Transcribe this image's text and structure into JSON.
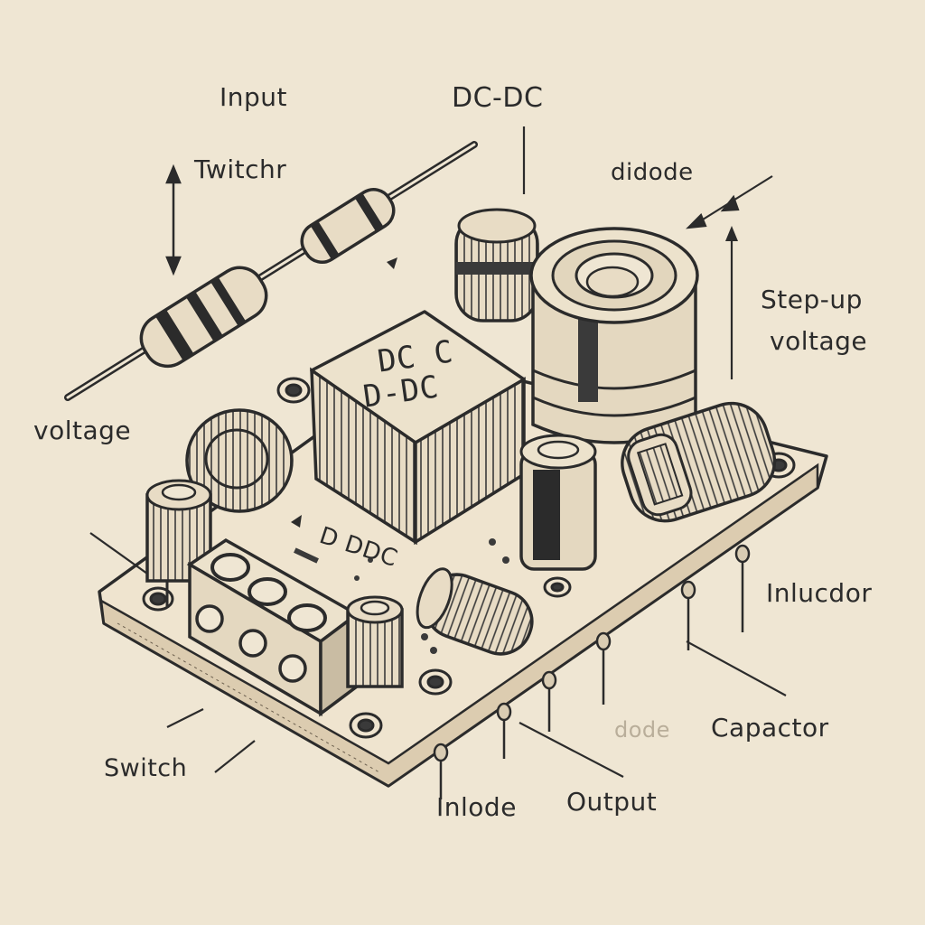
{
  "labels": {
    "input": "Input",
    "dcdc_top": "DC-DC",
    "twitchr": "Twitchr",
    "didode": "didode",
    "step_up_1": "Step-up",
    "step_up_2": "voltage",
    "voltage": "voltage",
    "inlucdor": "Inlucdor",
    "capactor": "Capactor",
    "switch": "Switch",
    "inlode": "Inlode",
    "output": "Output",
    "chip_1": "DC C",
    "chip_2": "D-DC",
    "board_marking": "D  DDC",
    "faint": "dode"
  },
  "colors": {
    "background": "#efe6d3",
    "ink": "#2b2b2b",
    "board": "#efe4cf",
    "component": "#e7dcc6",
    "dark": "#3a3a3a"
  }
}
